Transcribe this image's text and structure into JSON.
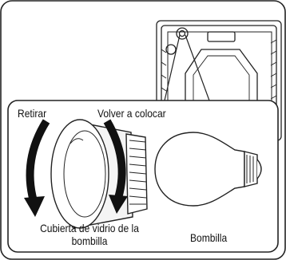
{
  "labels": {
    "remove": "Retirar",
    "replace": "Volver a colocar",
    "cover": "Cubierta de vidrio de la",
    "cover_line2": "bombilla",
    "bulb": "Bombilla"
  }
}
